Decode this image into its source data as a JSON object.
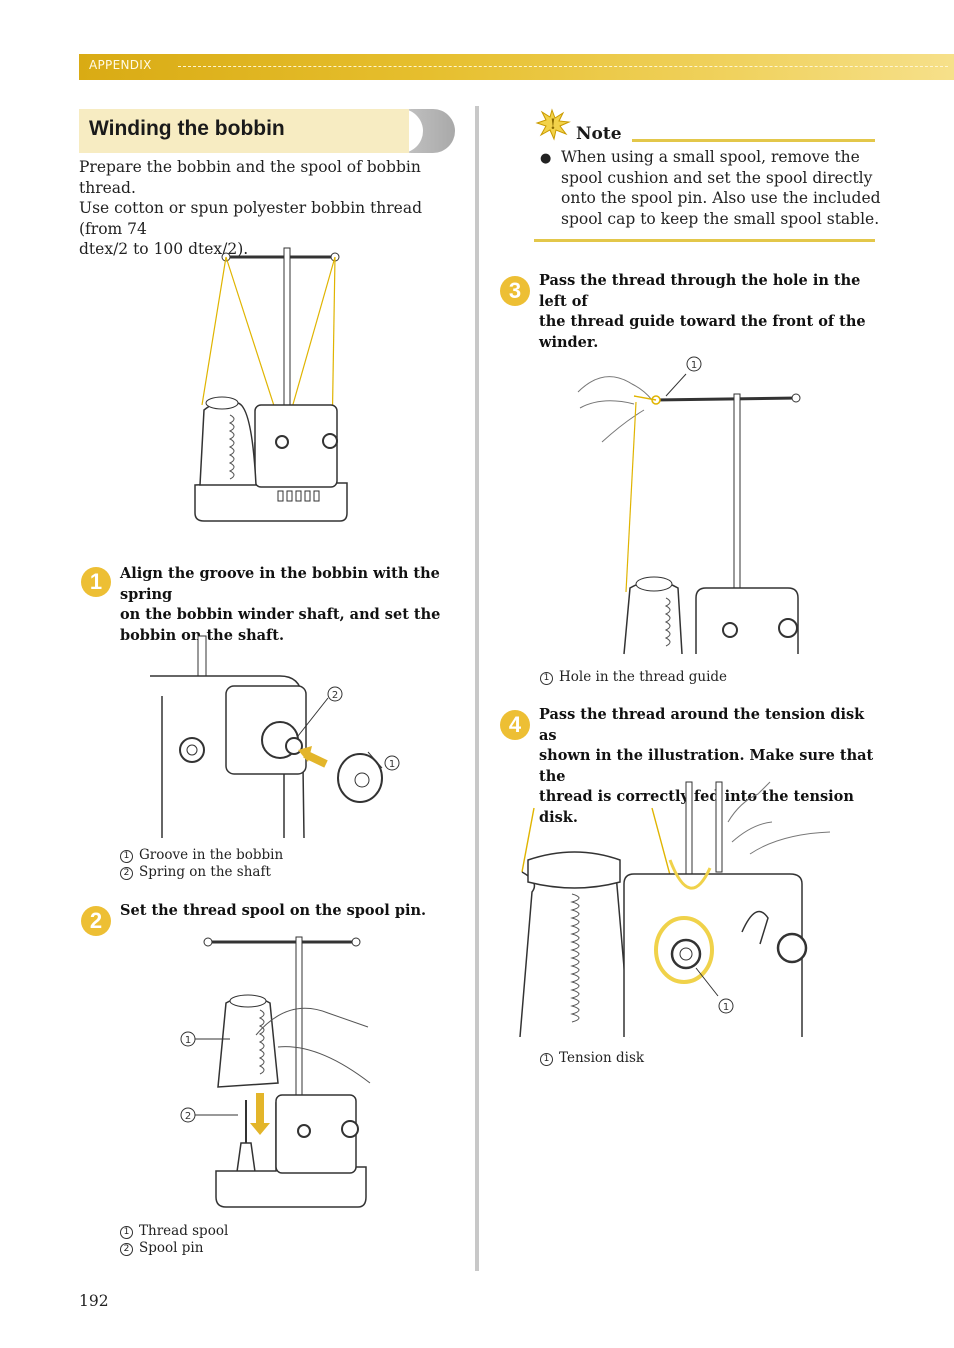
{
  "header": {
    "section_label": "APPENDIX"
  },
  "section": {
    "title": "Winding the bobbin"
  },
  "intro": {
    "line1": "Prepare the bobbin and the spool of bobbin thread.",
    "line2": "Use cotton or spun polyester bobbin thread (from 74",
    "line3": "dtex/2 to 100 dtex/2)."
  },
  "steps": [
    {
      "number": "1",
      "lines": [
        "Align the groove in the bobbin with the spring",
        "on the bobbin winder shaft, and set the",
        "bobbin on the shaft."
      ],
      "callouts": [
        {
          "num": "1",
          "label": "Groove in the bobbin"
        },
        {
          "num": "2",
          "label": "Spring on the shaft"
        }
      ]
    },
    {
      "number": "2",
      "lines": [
        "Set the thread spool on the spool pin."
      ],
      "callouts": [
        {
          "num": "1",
          "label": "Thread spool"
        },
        {
          "num": "2",
          "label": "Spool pin"
        }
      ]
    },
    {
      "number": "3",
      "lines": [
        "Pass the thread through the hole in the left of",
        "the thread guide toward the front of the",
        "winder."
      ],
      "callouts": [
        {
          "num": "1",
          "label": "Hole in the thread guide"
        }
      ]
    },
    {
      "number": "4",
      "lines": [
        "Pass the thread around the tension disk as",
        "shown in the illustration. Make sure that the",
        "thread is correctly fed into the tension disk."
      ],
      "callouts": [
        {
          "num": "1",
          "label": "Tension disk"
        }
      ]
    }
  ],
  "note": {
    "title": "Note",
    "bullet": "●",
    "lines": [
      "When using a small spool, remove the",
      "spool cushion and set the spool directly",
      "onto the spool pin. Also use the included",
      "spool cap to keep the small spool stable."
    ]
  },
  "footer": {
    "page_number": "192"
  },
  "colors": {
    "accent": "#e3b52a",
    "thread": "#e8c000",
    "divider": "#c8c8c8"
  }
}
